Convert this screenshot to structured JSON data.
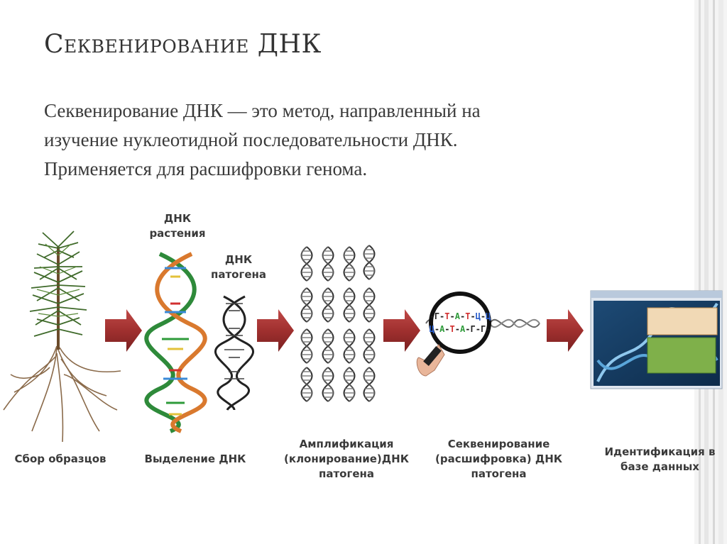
{
  "slide": {
    "title": "Секвенирование ДНК",
    "body_lines": [
      "Секвенирование ДНК — это метод, направленный на",
      "изучение нуклеотидной последовательности ДНК.",
      "Применяется для расшифровки генома."
    ]
  },
  "diagram": {
    "top_labels": {
      "plant_dna": [
        "ДНК",
        "растения"
      ],
      "pathogen_dna": [
        "ДНК",
        "патогена"
      ]
    },
    "steps": [
      {
        "lines": [
          "Сбор образцов"
        ]
      },
      {
        "lines": [
          "Выделение ДНК"
        ]
      },
      {
        "lines": [
          "Амплификация",
          "(клонирование)ДНК",
          "патогена"
        ]
      },
      {
        "lines": [
          "Секвенирование",
          "(расшифровка)  ДНК",
          "патогена"
        ]
      },
      {
        "lines": [
          "Идентификация в",
          "базе данных"
        ]
      }
    ],
    "sequence_top": [
      "-Г-",
      "Т",
      "-",
      "А",
      "-",
      "Т",
      "-",
      "Ц",
      "-",
      "Ц"
    ],
    "sequence_bottom": [
      "Ц",
      "-",
      "А",
      "-",
      "Т",
      "-",
      "А",
      "-",
      "Г",
      "-",
      "Г-"
    ],
    "colors": {
      "arrow": "#a0302f",
      "arrow_dark": "#7a2020",
      "nucleotide_G": "#222222",
      "nucleotide_T": "#d23030",
      "nucleotide_A": "#2e9b3a",
      "nucleotide_C": "#2c5fcc"
    }
  }
}
